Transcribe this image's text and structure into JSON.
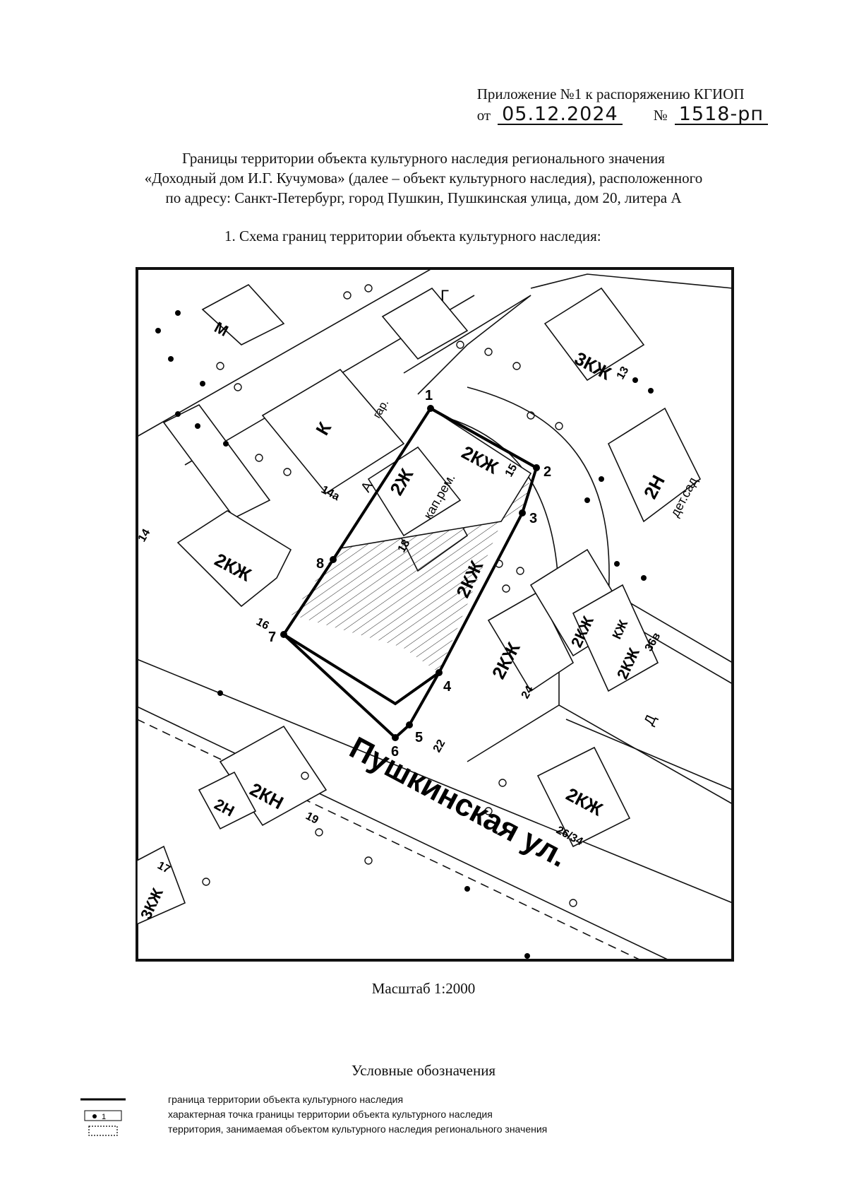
{
  "header": {
    "line1": "Приложение №1 к распоряжению КГИОП",
    "date_prefix": "от",
    "date_value": "05.12.2024",
    "number_prefix": "№",
    "number_value": "1518-рп"
  },
  "title": {
    "line1": "Границы территории объекта культурного наследия регионального значения",
    "line2": "«Доходный дом И.Г. Кучумова» (далее – объект культурного наследия), расположенного",
    "line3": "по адресу: Санкт-Петербург, город Пушкин, Пушкинская улица, дом 20, литера А"
  },
  "section": {
    "label": "1.   Схема границ территории объекта культурного наследия:"
  },
  "map": {
    "street_label": "Пушкинская ул.",
    "point_labels": [
      "1",
      "2",
      "3",
      "4",
      "5",
      "6",
      "7",
      "8"
    ],
    "building_labels": {
      "main_outer": "2КЖ",
      "main_inner": "2Ж",
      "main_inner_sub": "кап.рем.",
      "main_num": "18",
      "main_right": "2КЖ",
      "right_of_main": "2КЖ",
      "left_mid": "2КЖ",
      "top_right": "3КЖ",
      "right_edge": "2Н",
      "right_edge_sub": "дет.сад",
      "k_bld": "К",
      "k_sub": "гар.",
      "m_bld": "М",
      "bottom_left": "2КН",
      "bottom_left_small": "2Н",
      "bottom_right": "2КЖ",
      "far_right_a": "2КЖ",
      "far_right_b": "2КЖ",
      "far_right_c": "КЖ",
      "bottom_corner": "3КЖ",
      "g_label": "Г",
      "a_label": "А",
      "d_label": "Д"
    },
    "house_numbers": [
      "13",
      "15",
      "14а",
      "16",
      "22",
      "24",
      "26/34",
      "19",
      "17",
      "14",
      "36в"
    ]
  },
  "scale": {
    "label": "Масштаб 1:2000"
  },
  "legend": {
    "title": "Условные обозначения",
    "point_symbol_label": "1",
    "items": [
      "граница территории объекта культурного наследия",
      "характерная точка границы территории объекта культурного наследия",
      "территория, занимаемая объектом культурного наследия регионального значения"
    ]
  }
}
